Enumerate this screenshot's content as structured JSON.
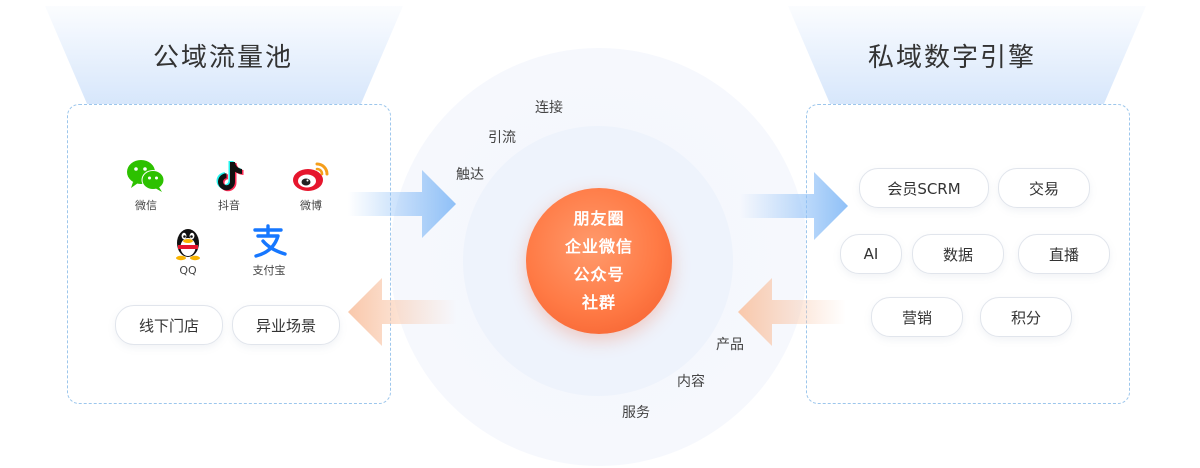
{
  "left_panel": {
    "title": "公域流量池",
    "apps": [
      {
        "label": "微信",
        "icon": "wechat-icon"
      },
      {
        "label": "抖音",
        "icon": "douyin-icon"
      },
      {
        "label": "微博",
        "icon": "weibo-icon"
      },
      {
        "label": "QQ",
        "icon": "qq-icon"
      },
      {
        "label": "支付宝",
        "icon": "alipay-icon"
      }
    ],
    "pills": [
      "线下门店",
      "异业场景"
    ]
  },
  "right_panel": {
    "title": "私域数字引擎",
    "pills": [
      "会员SCRM",
      "交易",
      "AI",
      "数据",
      "直播",
      "营销",
      "积分"
    ]
  },
  "center": {
    "core_lines": [
      "朋友圈",
      "企业微信",
      "公众号",
      "社群"
    ],
    "inbound_labels": [
      "连接",
      "引流",
      "触达"
    ],
    "outbound_labels": [
      "产品",
      "内容",
      "服务"
    ]
  },
  "colors": {
    "accent_orange": "#ff7a45",
    "arrow_blue": "#8fc0f7",
    "arrow_orange": "#f9c8ab",
    "panel_border": "#9cc6ec"
  }
}
